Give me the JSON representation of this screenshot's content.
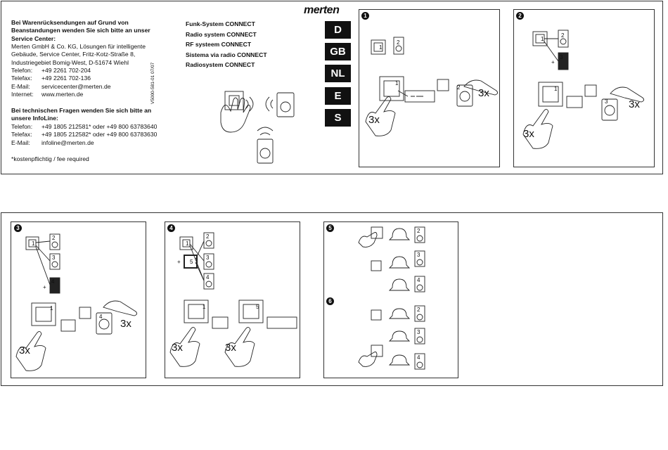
{
  "service": {
    "heading": [
      "Bei Warenrücksendungen auf Grund von",
      "Beanstandungen wenden Sie sich bitte an unser",
      "Service Center:"
    ],
    "address": [
      "Merten GmbH & Co. KG, Lösungen für intelligente",
      "Gebäude, Service Center, Fritz-Kotz-Straße 8,",
      "Industriegebiet Bomig-West, D-51674 Wiehl"
    ],
    "contacts": [
      {
        "k": "Telefon:",
        "v": "+49 2261 702-204"
      },
      {
        "k": "Telefax:",
        "v": "+49 2261 702-136"
      },
      {
        "k": "E-Mail:",
        "v": "servicecenter@merten.de"
      },
      {
        "k": "Internet:",
        "v": "www.merten.de"
      }
    ]
  },
  "infoline": {
    "heading": [
      "Bei technischen Fragen wenden Sie sich bitte an",
      "unsere InfoLine:"
    ],
    "contacts": [
      {
        "k": "Telefon:",
        "v": "+49 1805 212581* oder +49 800 63783640"
      },
      {
        "k": "Telefax:",
        "v": "+49 1805 212582* oder +49 800 63783630"
      },
      {
        "k": "E-Mail:",
        "v": "infoline@merten.de"
      }
    ],
    "footnote": "*kostenpflichtig / fee required"
  },
  "doc_code": "V5000-581-01  07/07",
  "titles": [
    "Funk-System CONNECT",
    "Radio system CONNECT",
    "RF systeem CONNECT",
    "Sistema via radio CONNECT",
    "Radiosystem CONNECT"
  ],
  "brand": "merten",
  "languages": [
    "D",
    "GB",
    "NL",
    "E",
    "S"
  ],
  "steps": {
    "s1": {
      "num": "1",
      "press": "3x",
      "labels": [
        "1",
        "2",
        "1",
        "2"
      ]
    },
    "s2": {
      "num": "2",
      "press": "3x",
      "labels": [
        "1",
        "2",
        "3",
        "+",
        "1",
        "3"
      ]
    },
    "s3": {
      "num": "3",
      "press": "3x",
      "labels": [
        "1",
        "2",
        "3",
        "4",
        "+",
        "1",
        "4"
      ]
    },
    "s4": {
      "num": "4",
      "press": "3x",
      "labels": [
        "1",
        "2",
        "3",
        "4",
        "5",
        "+",
        "1",
        "5"
      ]
    },
    "s5": {
      "num": "5",
      "labels": [
        "2",
        "3",
        "4"
      ]
    },
    "s6": {
      "num": "6",
      "labels": [
        "2",
        "3",
        "4"
      ]
    }
  }
}
